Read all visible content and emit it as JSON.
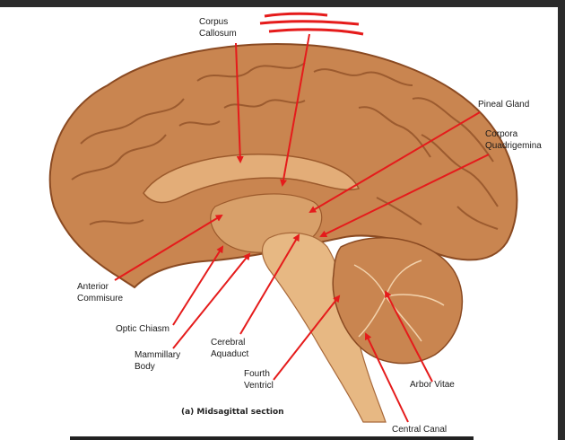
{
  "diagram": {
    "labels": {
      "corpus_callosum": [
        "Corpus",
        "Callosum"
      ],
      "pineal_gland": "Pineal Gland",
      "corpora_quadrigemina": [
        "Corpora",
        "Quadrigemina"
      ],
      "anterior_commisure": [
        "Anterior",
        "Commisure"
      ],
      "optic_chiasm": "Optic Chiasm",
      "mammillary_body": [
        "Mammillary",
        "Body"
      ],
      "cerebral_aquaduct": [
        "Cerebral",
        "Aquaduct"
      ],
      "fourth_ventricle": [
        "Fourth",
        "Ventricl"
      ],
      "arbor_vitae": "Arbor Vitae",
      "central_canal": "Central Canal"
    },
    "caption": "(a) Midsagittal section",
    "colors": {
      "brain_fill": "#c98550",
      "brain_dark": "#8a4a22",
      "brainstem": "#e7b883",
      "arrow": "#e51b1b"
    }
  }
}
